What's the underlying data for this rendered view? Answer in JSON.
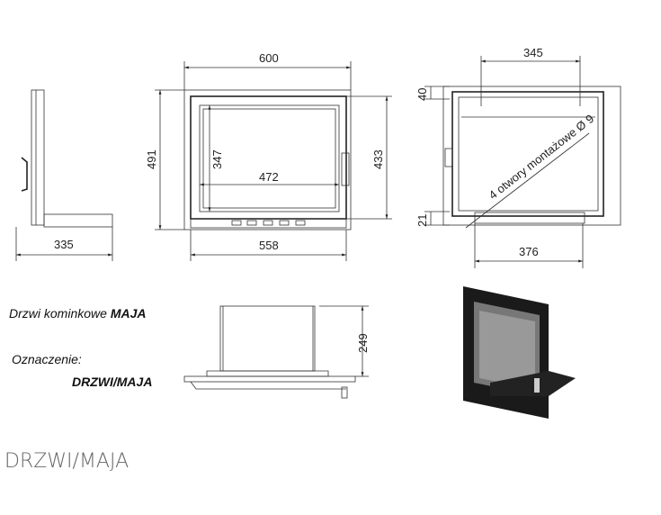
{
  "dimensions": {
    "side_depth": "335",
    "front_width": "600",
    "front_height": "491",
    "glass_height": "347",
    "glass_width": "472",
    "frame_height": "433",
    "frame_width": "558",
    "rear_hole_spacing_top": "345",
    "rear_offset_top": "40",
    "rear_offset_bottom": "21",
    "rear_hole_spacing_bottom": "376",
    "top_depth": "249"
  },
  "annotations": {
    "mounting_holes": "4 otwory montażowe Ø 9"
  },
  "caption": {
    "title_prefix": "Drzwi kominkowe ",
    "title_model": "MAJA",
    "designation_label": "Oznaczenie:",
    "designation_value": "DRZWI/MAJA"
  },
  "footer_title": "DRZWI/MAJA"
}
